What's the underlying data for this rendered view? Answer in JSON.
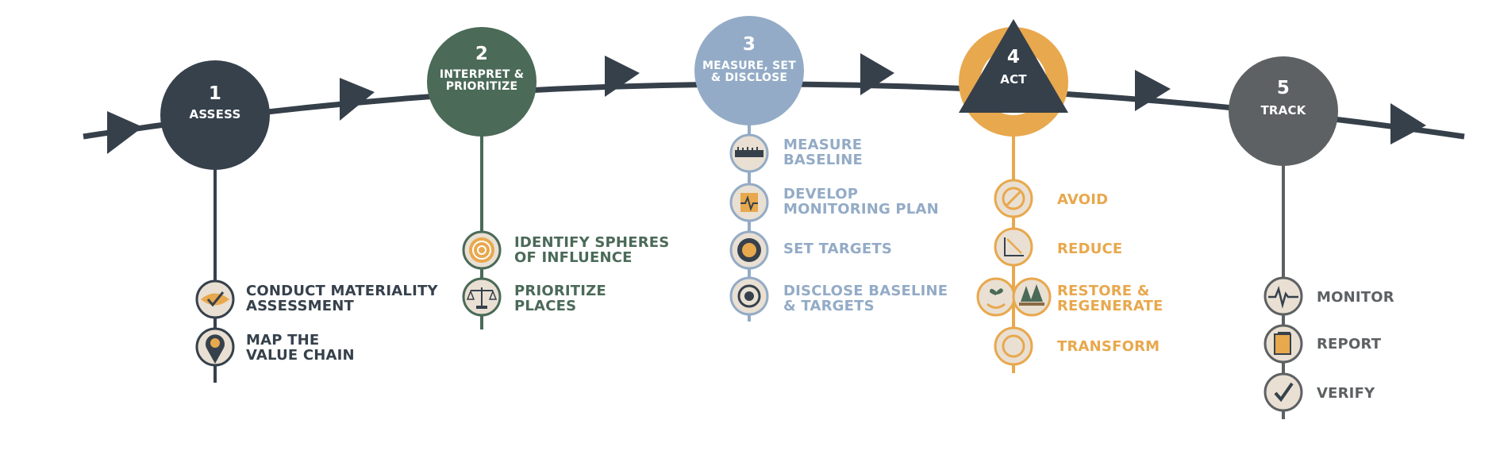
{
  "colors": {
    "arrow_line": "#36404a",
    "step1": "#36414c",
    "step2": "#4b6a58",
    "step3": "#93abc6",
    "step4": "#e8a84d",
    "step5": "#5d6163",
    "icon_fill": "#e9e0d3",
    "accent_orange": "#e8a84d"
  },
  "steps": [
    {
      "number": "1",
      "title": "ASSESS",
      "color": "#36414c",
      "items": [
        {
          "label": "CONDUCT MATERIALITY\nASSESSMENT",
          "icon": "eye-check-icon"
        },
        {
          "label": "MAP THE\nVALUE CHAIN",
          "icon": "location-pin-icon"
        }
      ]
    },
    {
      "number": "2",
      "title": "INTERPRET &\nPRIORITIZE",
      "color": "#4b6a58",
      "items": [
        {
          "label": "IDENTIFY SPHERES\nOF INFLUENCE",
          "icon": "concentric-circles-icon"
        },
        {
          "label": "PRIORITIZE\nPLACES",
          "icon": "balance-scale-icon"
        }
      ]
    },
    {
      "number": "3",
      "title": "MEASURE, SET\n& DISCLOSE",
      "color": "#93abc6",
      "items": [
        {
          "label": "MEASURE\nBASELINE",
          "icon": "ruler-icon"
        },
        {
          "label": "DEVELOP\nMONITORING PLAN",
          "icon": "monitor-pulse-icon"
        },
        {
          "label": "SET TARGETS",
          "icon": "target-icon"
        },
        {
          "label": "DISCLOSE BASELINE\n& TARGETS",
          "icon": "bullseye-icon"
        }
      ]
    },
    {
      "number": "4",
      "title": "ACT",
      "color": "#e8a84d",
      "items": [
        {
          "label": "AVOID",
          "icon": "prohibited-icon"
        },
        {
          "label": "REDUCE",
          "icon": "decline-chart-icon"
        },
        {
          "label": "RESTORE &\nREGENERATE",
          "icon": "plant-trees-icon"
        },
        {
          "label": "TRANSFORM",
          "icon": "ring-icon"
        }
      ]
    },
    {
      "number": "5",
      "title": "TRACK",
      "color": "#5d6163",
      "items": [
        {
          "label": "MONITOR",
          "icon": "heartbeat-icon"
        },
        {
          "label": "REPORT",
          "icon": "document-icon"
        },
        {
          "label": "VERIFY",
          "icon": "checkmark-icon"
        }
      ]
    }
  ]
}
